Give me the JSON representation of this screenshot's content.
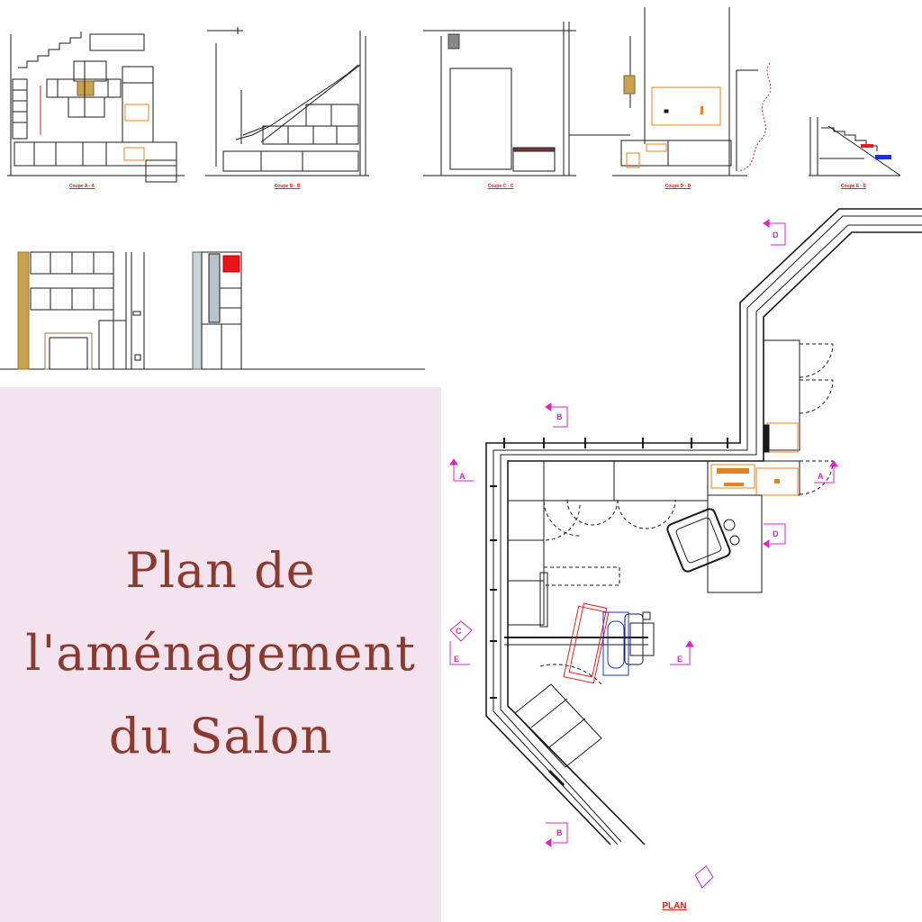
{
  "title": {
    "lines": [
      "Plan de",
      "l'aménagement",
      "du Salon"
    ],
    "color": "#8b3a2e",
    "panel_color": "#f3e3ef"
  },
  "section_captions": [
    "Coupe A - A",
    "Coupe B - B",
    "Coupe C - C",
    "Coupe D - D",
    "Coupe E - E"
  ],
  "plan_caption": "PLAN",
  "section_markers": [
    "A",
    "A",
    "B",
    "B",
    "C",
    "D",
    "D",
    "E",
    "E"
  ],
  "colors": {
    "line": "#1a1a1a",
    "annotation": "#e0201c",
    "marker": "#e020c8",
    "furniture": "#e8821e",
    "wood": "#c9a24e",
    "blue": "#1a33d6"
  }
}
